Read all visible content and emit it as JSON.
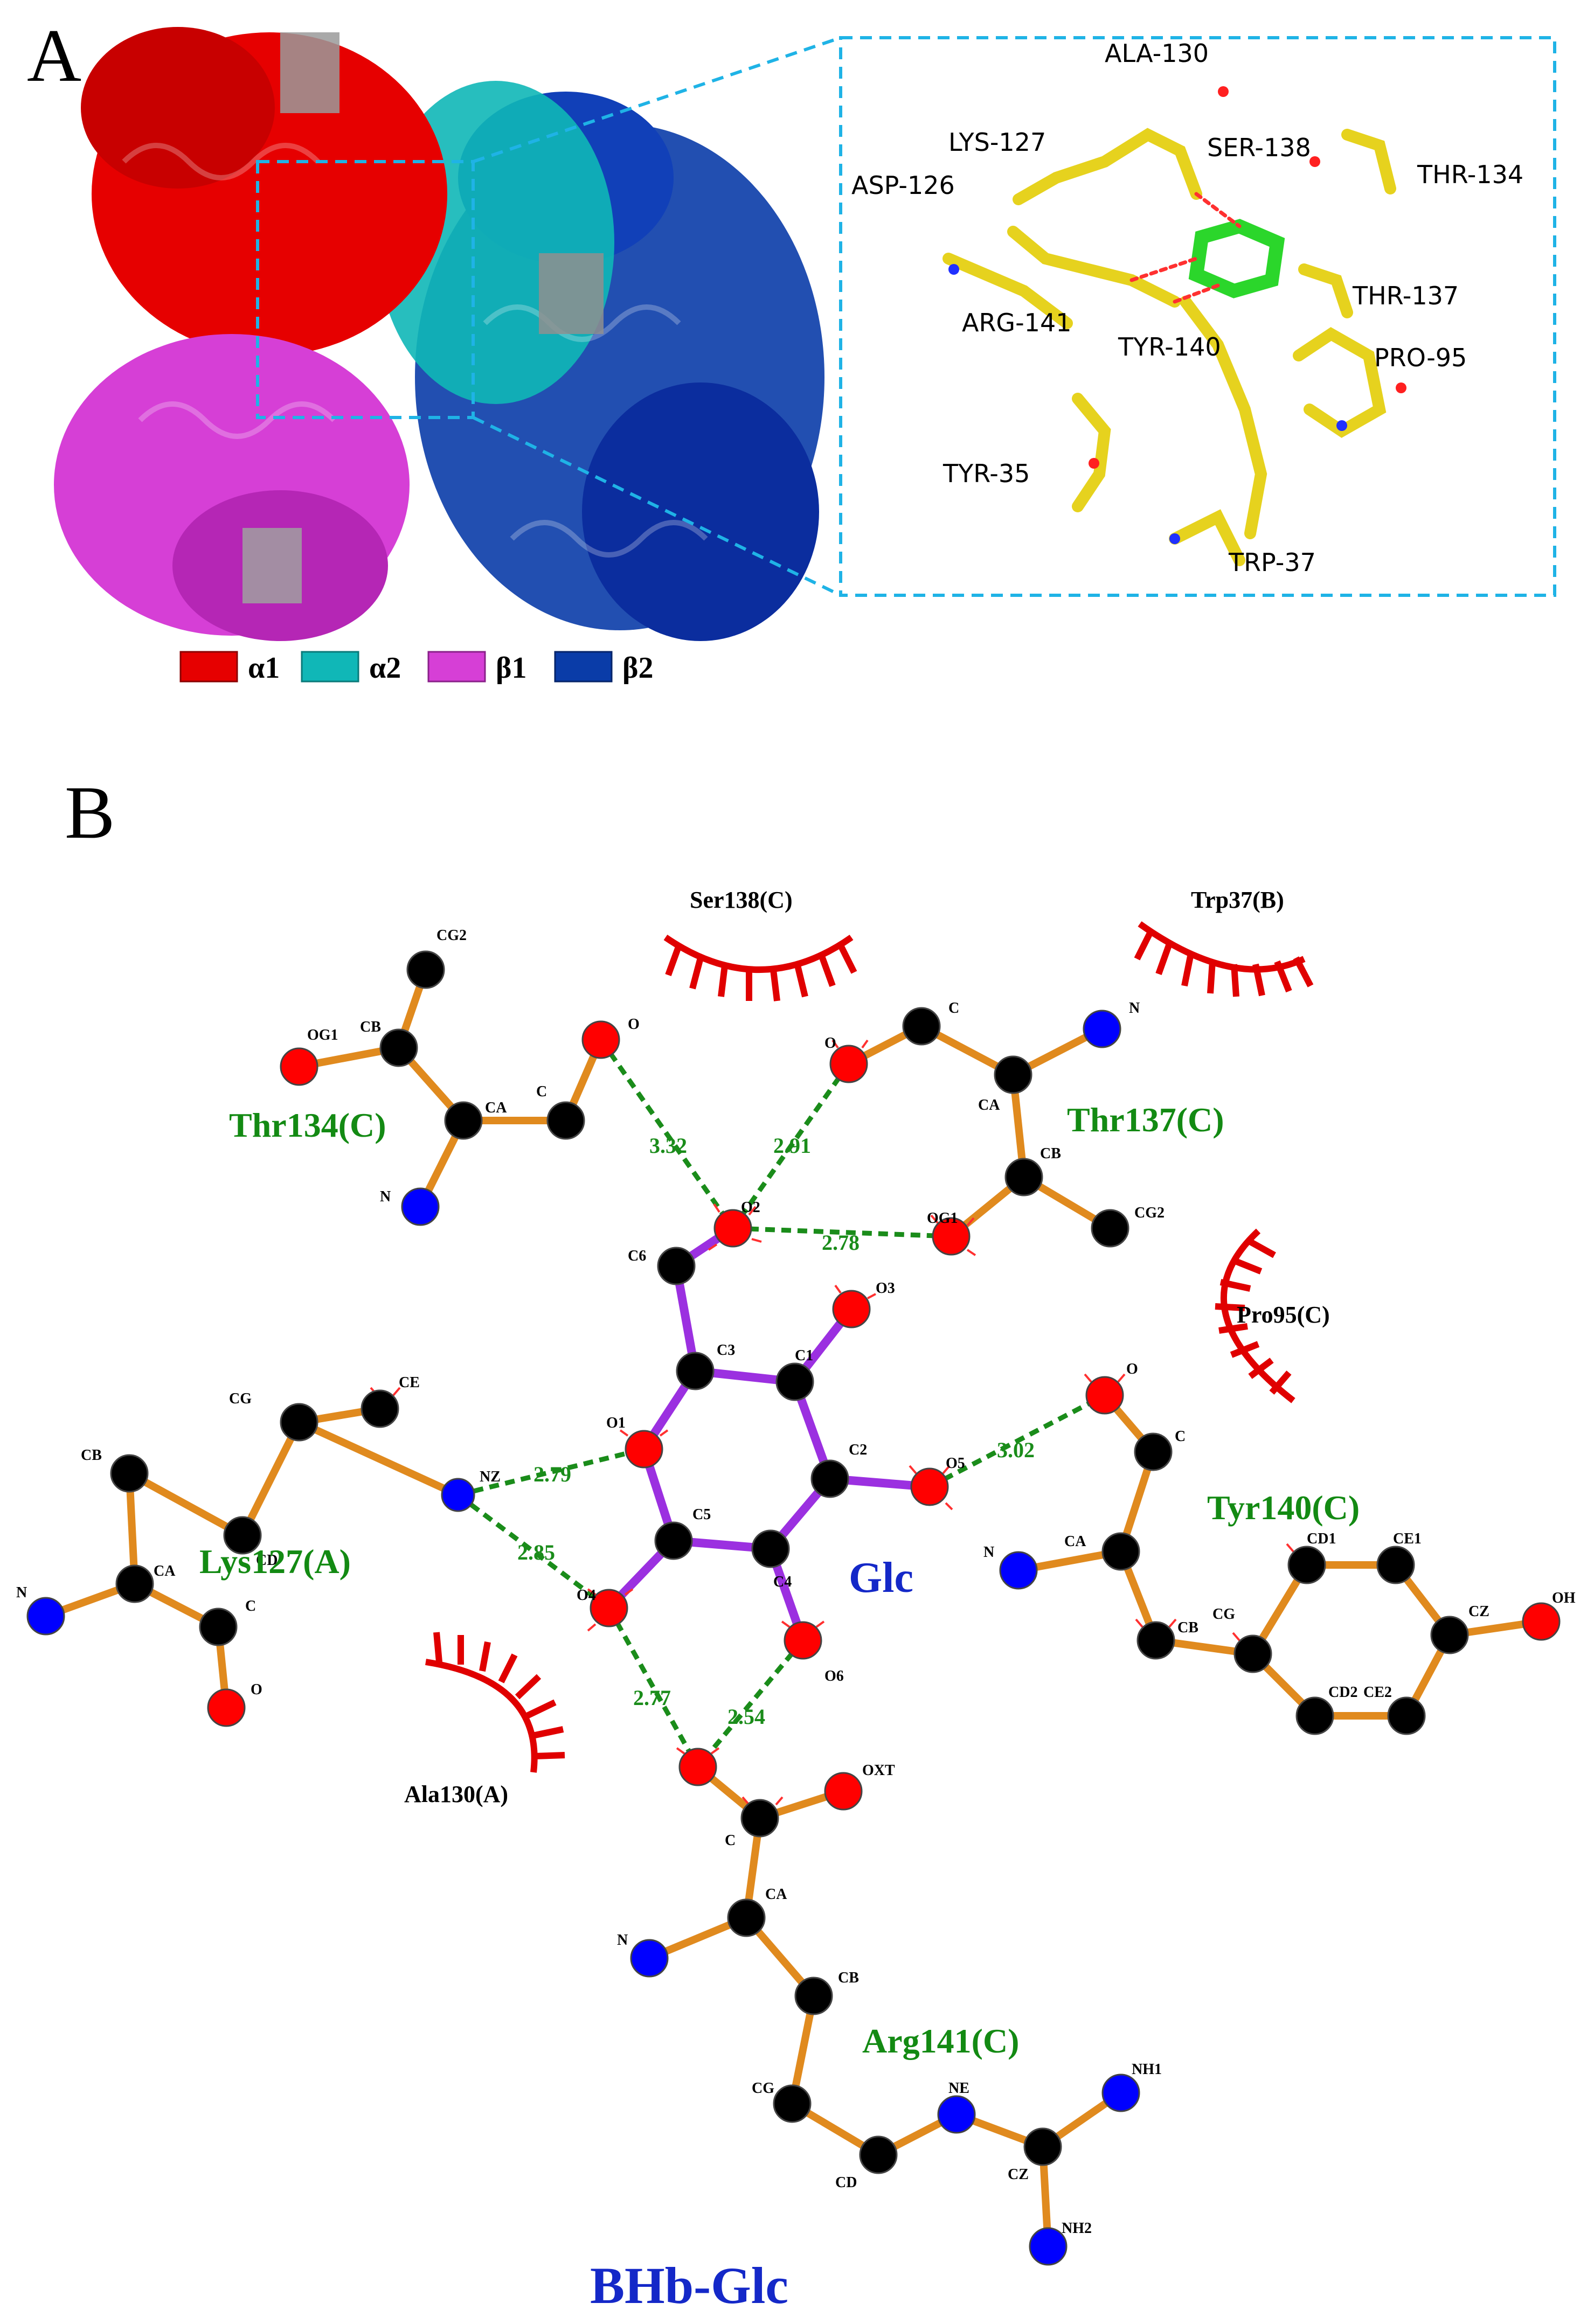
{
  "panel_a": {
    "label": "A",
    "legend": [
      {
        "label": "α1",
        "color": "#e60000"
      },
      {
        "label": "α2",
        "color": "#10b7b7"
      },
      {
        "label": "β1",
        "color": "#d63fd6"
      },
      {
        "label": "β2",
        "color": "#0a3ca8"
      }
    ],
    "inset_residues": [
      "ALA-130",
      "LYS-127",
      "SER-138",
      "ASP-126",
      "THR-134",
      "THR-137",
      "ARG-141",
      "TYR-140",
      "PRO-95",
      "TYR-35",
      "TRP-37"
    ],
    "highlight_color": "#1fb3e6"
  },
  "panel_b": {
    "label": "B",
    "title": "BHb-Glc",
    "ligand_label": "Glc",
    "residues": [
      "Thr134(C)",
      "Thr137(C)",
      "Lys127(A)",
      "Tyr140(C)",
      "Arg141(C)"
    ],
    "hydrophobic": [
      "Ser138(C)",
      "Trp37(B)",
      "Pro95(C)",
      "Ala130(A)"
    ],
    "atoms": {
      "cg2_t134": "CG2",
      "og1_t134": "OG1",
      "cb_t134": "CB",
      "ca_t134": "CA",
      "c_t134": "C",
      "o_t134": "O",
      "n_t134": "N",
      "o_t137": "O",
      "c_t137": "C",
      "n_t137": "N",
      "ca_t137": "CA",
      "cb_t137": "CB",
      "og1_t137": "OG1",
      "cg2_t137": "CG2",
      "o2": "O2",
      "c6": "C6",
      "o3": "O3",
      "c3": "C3",
      "c1": "C1",
      "o1": "O1",
      "c2": "C2",
      "o5": "O5",
      "c5": "C5",
      "c4": "C4",
      "o4": "O4",
      "o6": "O6",
      "ce_k": "CE",
      "cg_k": "CG",
      "cb_k": "CB",
      "cd_k": "CD",
      "nz_k": "NZ",
      "ca_k": "CA",
      "c_k": "C",
      "n_k": "N",
      "o_k": "O",
      "o_y": "O",
      "c_y": "C",
      "n_y": "N",
      "ca_y": "CA",
      "cb_y": "CB",
      "cg_y": "CG",
      "cd1_y": "CD1",
      "ce1_y": "CE1",
      "cz_y": "CZ",
      "oh_y": "OH",
      "cd2_y": "CD2",
      "ce2_y": "CE2",
      "oxt_r": "OXT",
      "c_r": "C",
      "n_r": "N",
      "ca_r": "CA",
      "cb_r": "CB",
      "cg_r": "CG",
      "ne_r": "NE",
      "nh1_r": "NH1",
      "cd_r": "CD",
      "cz_r": "CZ",
      "nh2_r": "NH2"
    },
    "hbonds": [
      "3.32",
      "2.91",
      "2.78",
      "3.02",
      "2.79",
      "2.85",
      "2.77",
      "2.54"
    ],
    "colors": {
      "carbon": "#000000",
      "oxygen": "#ff0000",
      "nitrogen": "#0000ff",
      "bond": "#e08a1e",
      "ligand_bond": "#9b30e0",
      "hbond": "#1a8c1a",
      "residue_text": "#138a13",
      "title_text": "#1428c8"
    }
  }
}
